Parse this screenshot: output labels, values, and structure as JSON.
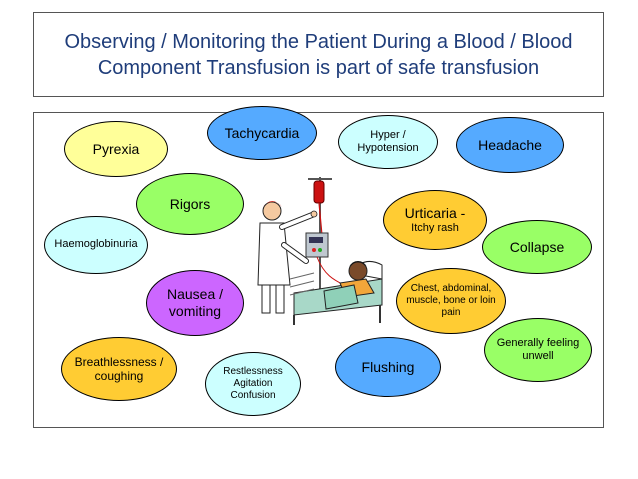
{
  "title": {
    "line1": "Observing / Monitoring the Patient During a Blood / Blood",
    "line2": "Component Transfusion is part of safe transfusion"
  },
  "symptoms": {
    "pyrexia": "Pyrexia",
    "tachycardia": "Tachycardia",
    "hyper_line1": "Hyper /",
    "hyper_line2": "Hypotension",
    "headache": "Headache",
    "rigors": "Rigors",
    "urticaria_line1": "Urticaria -",
    "urticaria_line2": "Itchy rash",
    "haemoglobinuria": "Haemoglobinuria",
    "collapse": "Collapse",
    "chest_line1": "Chest, abdominal,",
    "chest_line2": "muscle, bone or loin",
    "chest_line3": "pain",
    "nausea_line1": "Nausea /",
    "nausea_line2": "vomiting",
    "generally_line1": "Generally feeling",
    "generally_line2": "unwell",
    "breathless_line1": "Breathlessness /",
    "breathless_line2": "coughing",
    "restless_line1": "Restlessness",
    "restless_line2": "Agitation",
    "restless_line3": "Confusion",
    "flushing": "Flushing"
  },
  "colors": {
    "yellow": "#ffff99",
    "green": "#99ff66",
    "blue": "#55aaff",
    "violet": "#cc66ff",
    "pale_cyan": "#ccffff",
    "orange": "#ffcc33",
    "title_text": "#1f3d7a"
  },
  "illustration": "nurse-at-patient-bedside-with-transfusion-drip"
}
